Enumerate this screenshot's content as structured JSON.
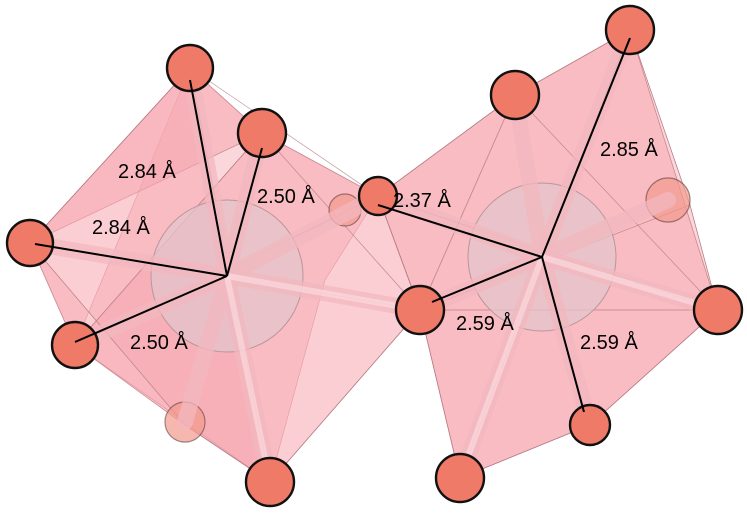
{
  "labels": {
    "left_top_1": "2.84 Å",
    "left_top_2": "2.84 Å",
    "left_right_upper": "2.50 Å",
    "left_right_lower": "2.50 Å",
    "right_shared": "2.37 Å",
    "right_top": "2.85 Å",
    "right_bottom_1": "2.59 Å",
    "right_bottom_2": "2.59 Å"
  },
  "colors": {
    "polyhedron": "#f7a5ae",
    "atom": "#f07a68",
    "center": "#e4c4cc"
  }
}
